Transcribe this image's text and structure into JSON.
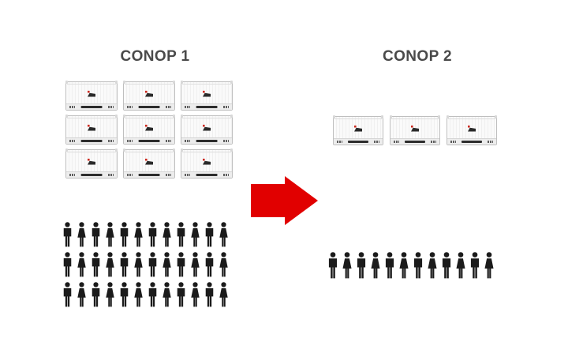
{
  "diagram": {
    "conop1": {
      "title": "CONOP 1",
      "containers": {
        "count": 9,
        "columns": 3,
        "rows": 3
      },
      "people": {
        "count": 36,
        "rows": 3,
        "per_row": 12,
        "pattern": "alternating man/woman, starting with man"
      }
    },
    "conop2": {
      "title": "CONOP 2",
      "containers": {
        "count": 3,
        "columns": 3,
        "rows": 1
      },
      "people": {
        "count": 12,
        "rows": 1,
        "per_row": 12,
        "pattern": "alternating man/woman, starting with man"
      }
    },
    "arrow": {
      "direction": "right",
      "color": "#e10000"
    },
    "colors": {
      "background": "#ffffff",
      "title_text": "#4a4a4a",
      "pictogram": "#1b1b1b",
      "container_border": "#bfbfbf",
      "container_body": "#f7f7f7",
      "chassis_bar": "#2d2d2d",
      "logo_red": "#cc2a1e"
    }
  }
}
